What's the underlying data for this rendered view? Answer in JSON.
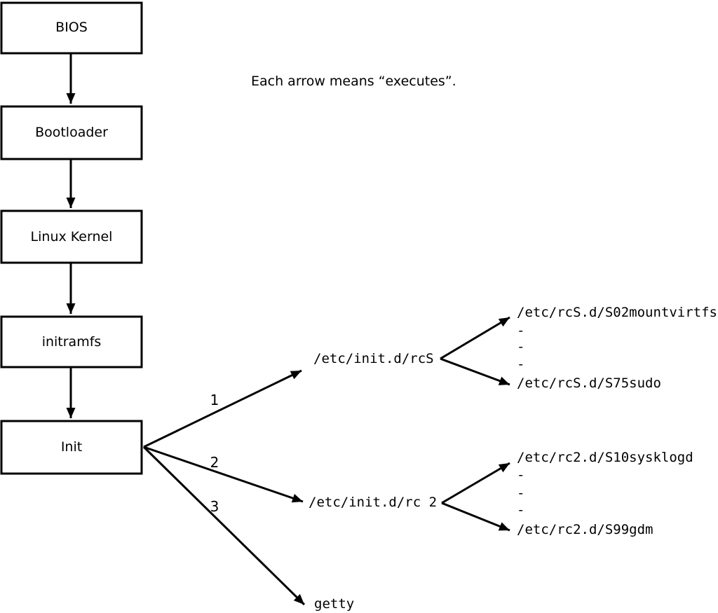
{
  "title_note": "Each arrow means “executes”.",
  "colors": {
    "ink": "#000000",
    "box_fill": "#ffffff",
    "background": "#ffffff"
  },
  "chain": [
    {
      "label": "BIOS"
    },
    {
      "label": "Bootloader"
    },
    {
      "label": "Linux Kernel"
    },
    {
      "label": "initramfs"
    },
    {
      "label": "Init"
    }
  ],
  "branches": [
    {
      "order": "1",
      "target": "/etc/init.d/rcS",
      "children": [
        "/etc/rcS.d/S02mountvirtfs",
        "-",
        "-",
        "-",
        "/etc/rcS.d/S75sudo"
      ]
    },
    {
      "order": "2",
      "target": "/etc/init.d/rc 2",
      "children": [
        "/etc/rc2.d/S10sysklogd",
        "-",
        "-",
        "-",
        "/etc/rc2.d/S99gdm"
      ]
    },
    {
      "order": "3",
      "target": "getty",
      "children": []
    }
  ]
}
